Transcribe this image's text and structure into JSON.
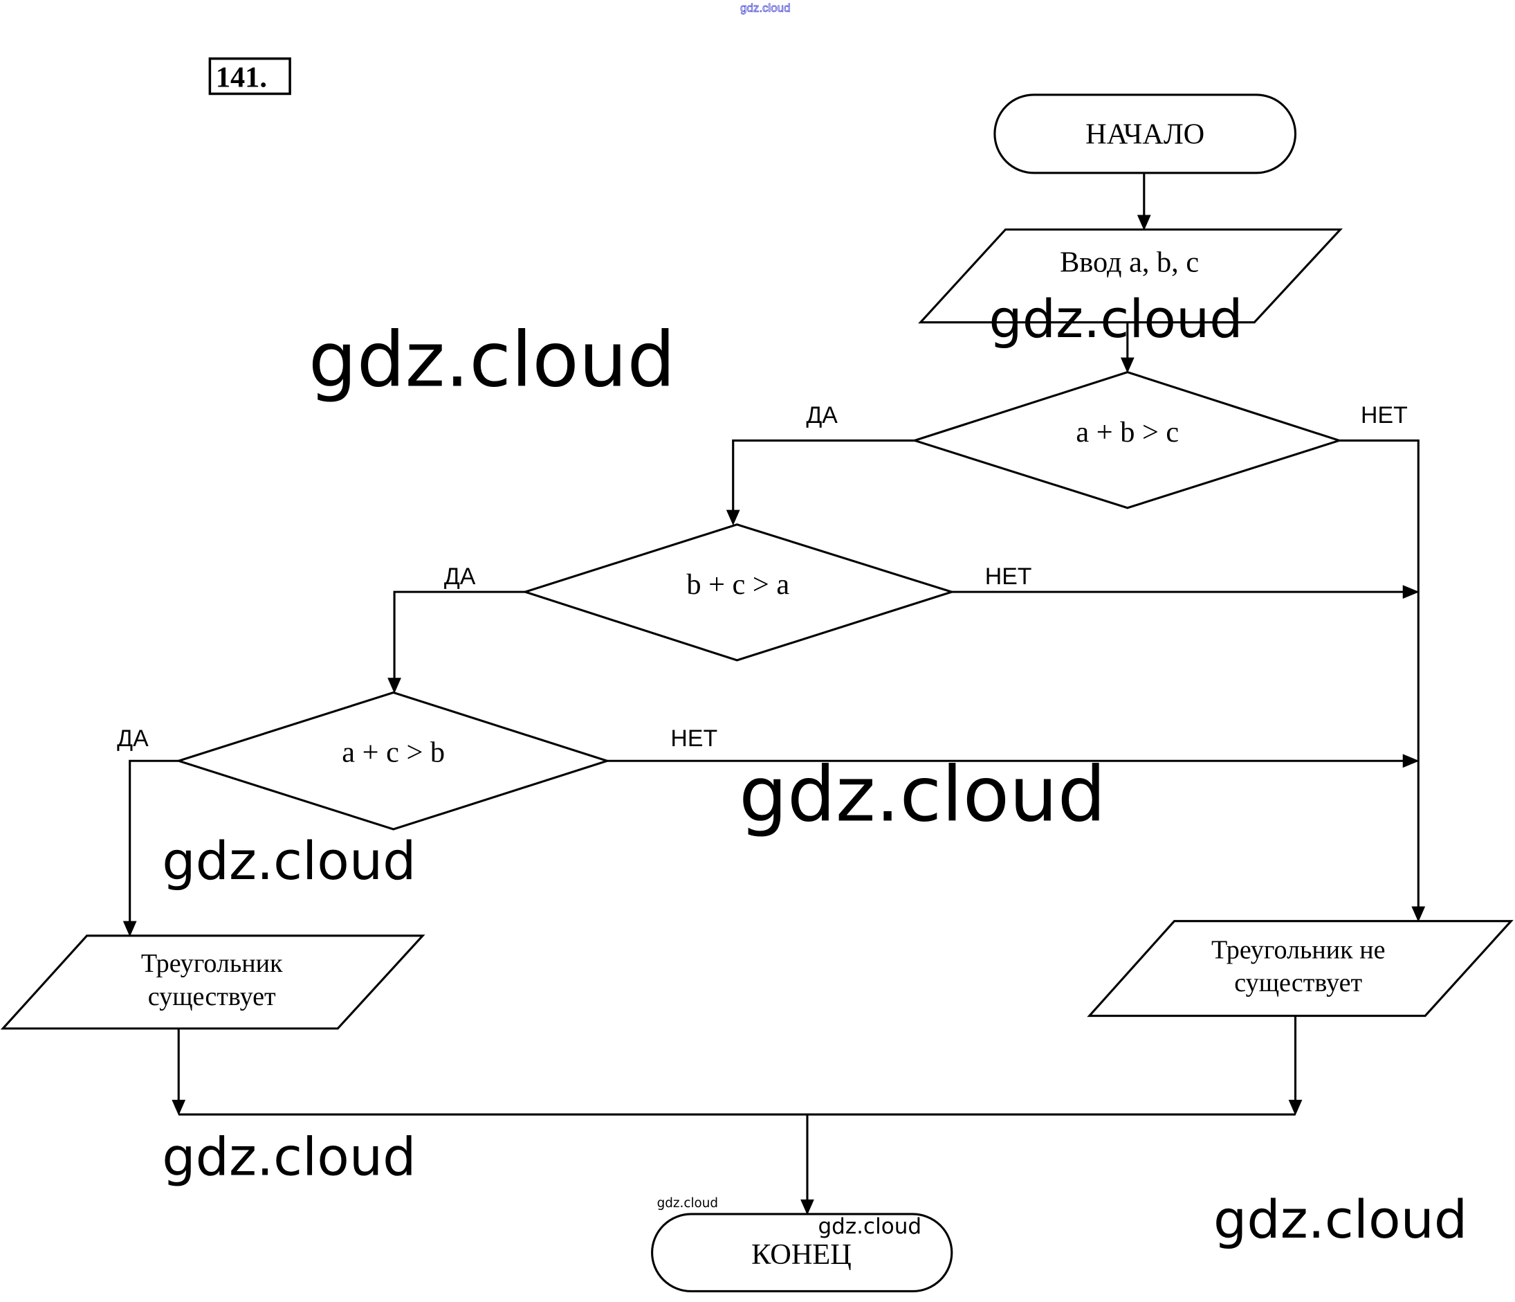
{
  "task_number": "141.",
  "flowchart": {
    "start": {
      "label": "НАЧАЛО",
      "shape": "terminator"
    },
    "input": {
      "label": "Ввод a, b, c",
      "shape": "parallelogram"
    },
    "decisions": [
      {
        "id": "d1",
        "condition": "a + b > c",
        "yes_label": "ДА",
        "no_label": "НЕТ"
      },
      {
        "id": "d2",
        "condition": "b + c > a",
        "yes_label": "ДА",
        "no_label": "НЕТ"
      },
      {
        "id": "d3",
        "condition": "a + c > b",
        "yes_label": "ДА",
        "no_label": "НЕТ"
      }
    ],
    "output_exists": {
      "lines": [
        "Треугольник",
        "существует"
      ],
      "shape": "parallelogram"
    },
    "output_not_exists": {
      "lines": [
        "Треугольник не",
        "существует"
      ],
      "shape": "parallelogram"
    },
    "end": {
      "label": "КОНЕЦ",
      "shape": "terminator"
    },
    "edges": [
      {
        "from": "start",
        "to": "input"
      },
      {
        "from": "input",
        "to": "d1"
      },
      {
        "from": "d1",
        "to": "d2",
        "label": "ДА"
      },
      {
        "from": "d1",
        "to": "output_not_exists",
        "label": "НЕТ"
      },
      {
        "from": "d2",
        "to": "d3",
        "label": "ДА"
      },
      {
        "from": "d2",
        "to": "output_not_exists",
        "label": "НЕТ"
      },
      {
        "from": "d3",
        "to": "output_exists",
        "label": "ДА"
      },
      {
        "from": "d3",
        "to": "output_not_exists",
        "label": "НЕТ"
      },
      {
        "from": "output_exists",
        "to": "end"
      },
      {
        "from": "output_not_exists",
        "to": "end"
      }
    ]
  },
  "watermarks": {
    "text": "gdz.cloud",
    "top_color": "#3333cc"
  }
}
